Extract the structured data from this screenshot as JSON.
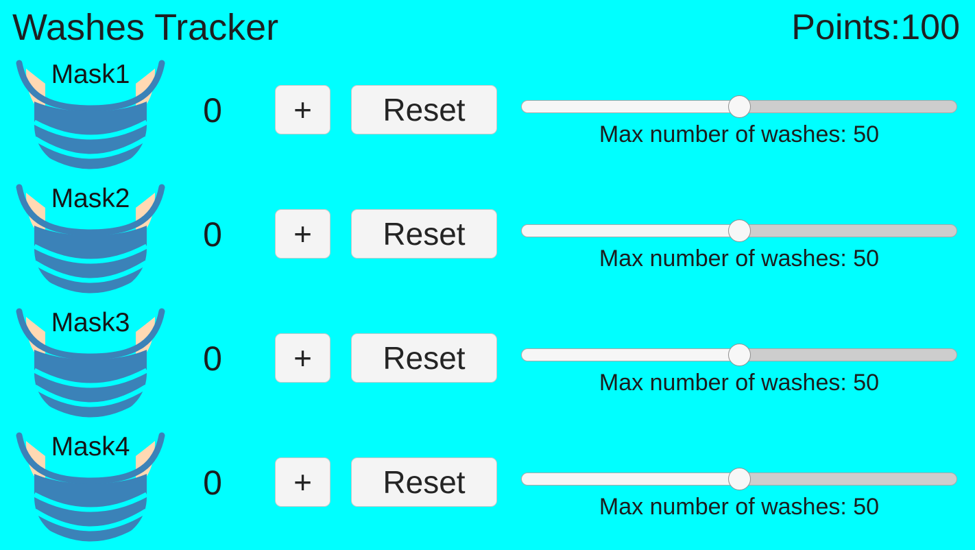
{
  "theme": {
    "background": "#00ffff",
    "text": "#1b1d1e",
    "mask_body": "#3b82b8",
    "mask_outline": "#3b82b8",
    "ear_loop": "#ffd9b3",
    "button_face": "#f4f4f4",
    "button_border": "#c8c8c8",
    "slider_fill": "#f6f6f6",
    "slider_track": "#cdcdcd",
    "slider_thumb": "#f7f7f7"
  },
  "header": {
    "title": "Washes Tracker",
    "points_label": "Points:100"
  },
  "controls": {
    "increment_label": "+",
    "reset_label": "Reset"
  },
  "rows": [
    {
      "mask_name": "Mask1",
      "count": "0",
      "slider_caption": "Max number of washes: 50",
      "slider_percent": 50
    },
    {
      "mask_name": "Mask2",
      "count": "0",
      "slider_caption": "Max number of washes: 50",
      "slider_percent": 50
    },
    {
      "mask_name": "Mask3",
      "count": "0",
      "slider_caption": "Max number of washes: 50",
      "slider_percent": 50
    },
    {
      "mask_name": "Mask4",
      "count": "0",
      "slider_caption": "Max number of washes: 50",
      "slider_percent": 50
    }
  ]
}
